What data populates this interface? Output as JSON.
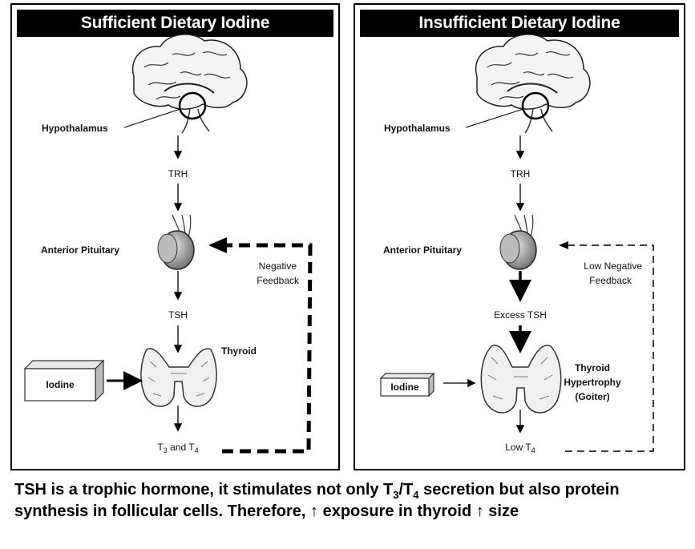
{
  "left_panel": {
    "title": "Sufficient Dietary Iodine",
    "hypothalamus": "Hypothalamus",
    "trh": "TRH",
    "anterior_pituitary": "Anterior Pituitary",
    "negative": "Negative",
    "feedback": "Feedback",
    "tsh": "TSH",
    "thyroid": "Thyroid",
    "iodine": "Iodine",
    "t_prefix": "T",
    "t3_sub": "3",
    "and": " and T",
    "t4_sub": "4"
  },
  "right_panel": {
    "title": "Insufficient Dietary Iodine",
    "hypothalamus": "Hypothalamus",
    "trh": "TRH",
    "anterior_pituitary": "Anterior Pituitary",
    "low_negative": "Low Negative",
    "feedback": "Feedback",
    "excess_tsh": "Excess TSH",
    "thyroid": "Thyroid",
    "hypertrophy": "Hypertrophy",
    "goiter": "(Goiter)",
    "iodine": "Iodine",
    "low_t": "Low T",
    "t4_sub": "4"
  },
  "caption": {
    "part1": "TSH is a trophic hormone, it stimulates not only T",
    "sub3": "3",
    "slash": "/T",
    "sub4": "4",
    "part2": " secretion but also protein synthesis in follicular cells. Therefore, ↑ exposure in thyroid ↑ size"
  }
}
